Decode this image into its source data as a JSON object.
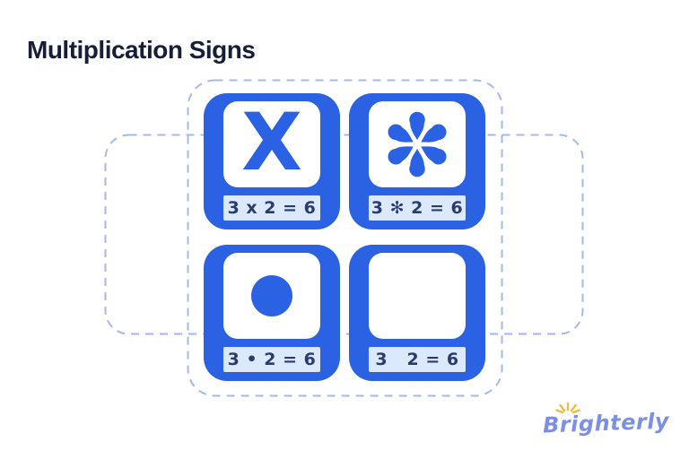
{
  "title": "Multiplication Signs",
  "cards": [
    {
      "sign_name": "times-x",
      "symbol_char": "X",
      "equation": "3 x 2 = 6"
    },
    {
      "sign_name": "asterisk",
      "equation": "3 ✻ 2 = 6"
    },
    {
      "sign_name": "dot",
      "equation": "3 • 2 = 6"
    },
    {
      "sign_name": "juxtaposition",
      "equation": "3   2 = 6"
    }
  ],
  "logo": {
    "text": "Brighterly"
  },
  "colors": {
    "background": "#ffffff",
    "accent": "#2b62e3",
    "label_bg": "#dce8fb",
    "equation_text": "#2b3a70",
    "title_text": "#171e38",
    "dash": "#a6b7ee",
    "logo_text": "#7c8fe6",
    "sun": "#f2bb3c"
  }
}
